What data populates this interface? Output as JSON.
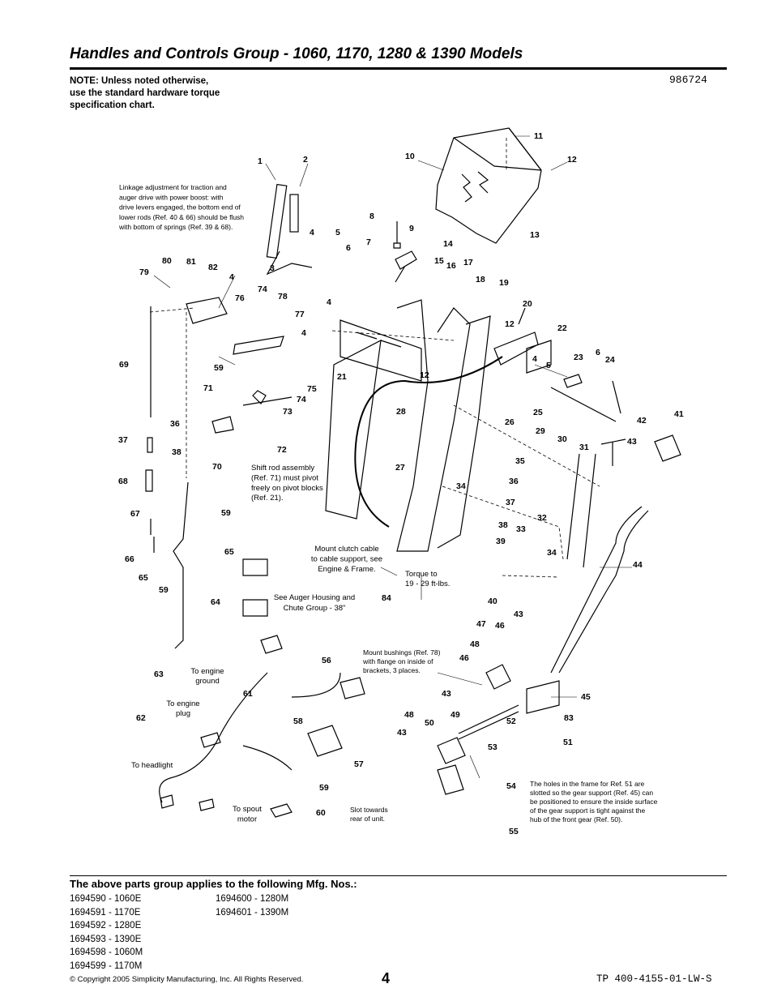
{
  "header": {
    "title": "Handles and Controls Group - 1060, 1170, 1280 & 1390 Models",
    "note_lines": [
      "NOTE: Unless noted otherwise,",
      "use the standard hardware torque",
      "specification chart."
    ],
    "drawing_number": "986724"
  },
  "diagram": {
    "part_numbers": [
      "1",
      "2",
      "3",
      "4",
      "5",
      "6",
      "7",
      "8",
      "9",
      "10",
      "11",
      "12",
      "13",
      "14",
      "15",
      "16",
      "17",
      "18",
      "19",
      "20",
      "21",
      "22",
      "23",
      "24",
      "25",
      "26",
      "27",
      "28",
      "29",
      "30",
      "31",
      "32",
      "33",
      "34",
      "35",
      "36",
      "37",
      "38",
      "39",
      "40",
      "41",
      "42",
      "43",
      "44",
      "45",
      "46",
      "47",
      "48",
      "49",
      "50",
      "51",
      "52",
      "53",
      "54",
      "55",
      "56",
      "57",
      "58",
      "59",
      "60",
      "61",
      "62",
      "63",
      "64",
      "65",
      "66",
      "67",
      "68",
      "69",
      "70",
      "71",
      "72",
      "73",
      "74",
      "75",
      "76",
      "77",
      "78",
      "79",
      "80",
      "81",
      "82",
      "83",
      "84"
    ],
    "linkage_note": [
      "Linkage adjustment for traction and",
      "auger drive with power boost: with",
      "drive levers engaged, the bottom end of",
      "lower rods (Ref. 40 & 66) should be flush",
      "with bottom of springs (Ref. 39 & 68)."
    ],
    "shift_rod_note": [
      "Shift rod assembly",
      "(Ref. 71) must pivot",
      "freely on pivot blocks",
      "(Ref. 21)."
    ],
    "mount_clutch_note": [
      "Mount clutch cable",
      "to cable support, see",
      "Engine & Frame."
    ],
    "torque_note": [
      "Torque to",
      "19 - 29 ft-lbs."
    ],
    "auger_housing_note": [
      "See Auger Housing and",
      "Chute Group - 38\""
    ],
    "mount_bushings_note": [
      "Mount bushings (Ref. 78)",
      "with flange on inside of",
      "brackets, 3 places."
    ],
    "engine_ground": [
      "To engine",
      "ground"
    ],
    "engine_plug": [
      "To engine",
      "plug"
    ],
    "headlight": "To headlight",
    "spout_motor": [
      "To spout",
      "motor"
    ],
    "slot_note": [
      "Slot towards",
      "rear of unit."
    ],
    "holes_note": [
      "The holes in the frame for Ref. 51 are",
      "slotted so the gear support (Ref. 45) can",
      "be positioned to ensure the inside surface",
      "of the gear support is tight against the",
      "hub of the front gear (Ref. 50)."
    ]
  },
  "mfg": {
    "heading": "The above parts group applies to the following Mfg. Nos.:",
    "col1": [
      "1694590 - 1060E",
      "1694591 - 1170E",
      "1694592 - 1280E",
      "1694593 - 1390E",
      "1694598 - 1060M",
      "1694599 - 1170M"
    ],
    "col2": [
      "1694600 - 1280M",
      "1694601 - 1390M"
    ]
  },
  "footer": {
    "copyright": "© Copyright 2005 Simplicity Manufacturing, Inc. All Rights Reserved.",
    "page": "4",
    "doc_number": "TP 400-4155-01-LW-S"
  }
}
